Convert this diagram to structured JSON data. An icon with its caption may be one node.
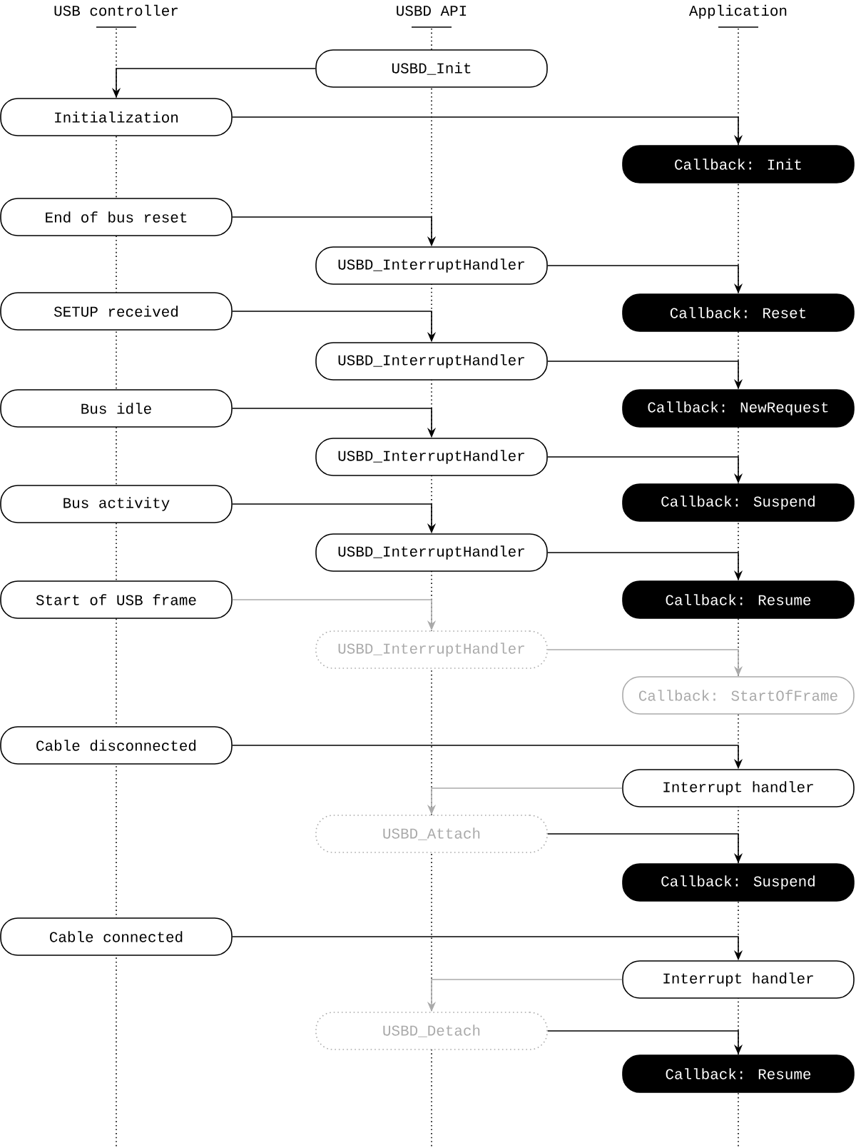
{
  "diagram": {
    "nodes": [
      {
        "text": [
          "USBD_Init"
        ]
      },
      {
        "text": [
          "Initialization"
        ]
      },
      {
        "text": [
          "Callback: Init"
        ]
      },
      {
        "text": [
          "End of bus reset"
        ]
      },
      {
        "text": [
          "USBD_InterruptHandler"
        ]
      },
      {
        "text": [
          "Callback: Reset"
        ]
      },
      {
        "text": [
          "SETUP received"
        ]
      },
      {
        "text": [
          "USBD_InterruptHandler"
        ]
      },
      {
        "text": [
          "Callback: NewRequest"
        ]
      },
      {
        "text": [
          "Bus idle"
        ]
      },
      {
        "text": [
          "USBD_InterruptHandler"
        ]
      },
      {
        "text": [
          "Callback: Suspend"
        ]
      },
      {
        "text": [
          "Bus activity"
        ]
      },
      {
        "text": [
          "USBD_InterruptHandler"
        ]
      },
      {
        "text": [
          "Callback: Resume"
        ]
      },
      {
        "text": [
          "Start of USB frame"
        ]
      },
      {
        "text": [
          "USBD_InterruptHandler"
        ]
      },
      {
        "text": [
          "Callback: StartOfFrame"
        ]
      },
      {
        "text": [
          "Cable disconnected"
        ]
      },
      {
        "text": [
          "Interrupt handler"
        ]
      },
      {
        "text": [
          "USBD_Attach"
        ]
      },
      {
        "text": [
          "Callback: Suspend"
        ]
      },
      {
        "text": [
          "Cable connected"
        ]
      },
      {
        "text": [
          "Interrupt handler"
        ]
      },
      {
        "text": [
          "USBD_Detach"
        ]
      },
      {
        "text": [
          "Callback: Resume"
        ]
      }
    ],
    "edges": [
      {
        "from": 0,
        "to": 1,
        "arrow": "to"
      },
      {
        "from": 1,
        "to": 2,
        "arrow": "to"
      },
      {
        "from": 3,
        "to": 4,
        "arrow": "to"
      },
      {
        "from": 4,
        "to": 5,
        "arrow": "to"
      },
      {
        "from": 6,
        "to": 7,
        "arrow": "to"
      },
      {
        "from": 7,
        "to": 8,
        "arrow": "to"
      },
      {
        "from": 9,
        "to": 10,
        "arrow": "to"
      },
      {
        "from": 10,
        "to": 11,
        "arrow": "to"
      },
      {
        "from": 12,
        "to": 13,
        "arrow": "to"
      },
      {
        "from": 13,
        "to": 14,
        "arrow": "to"
      },
      {
        "from": 15,
        "to": 16,
        "arrow": "to",
        "color": "#aaaaaa"
      },
      {
        "from": 16,
        "to": 17,
        "arrow": "to",
        "color": "#aaaaaa"
      },
      {
        "from": 18,
        "to": 19,
        "arrow": "to"
      },
      {
        "from": 19,
        "to": 20,
        "arrow": "to",
        "color": "#aaaaaa"
      },
      {
        "from": 20,
        "to": 21,
        "arrow": "to"
      },
      {
        "from": 22,
        "to": 23,
        "arrow": "to"
      },
      {
        "from": 23,
        "to": 24,
        "arrow": "to",
        "color": "#aaaaaa"
      },
      {
        "from": 24,
        "to": 25,
        "arrow": "to"
      }
    ],
    "labels": [
      "USB controller",
      "USBD API",
      "Application"
    ]
  }
}
